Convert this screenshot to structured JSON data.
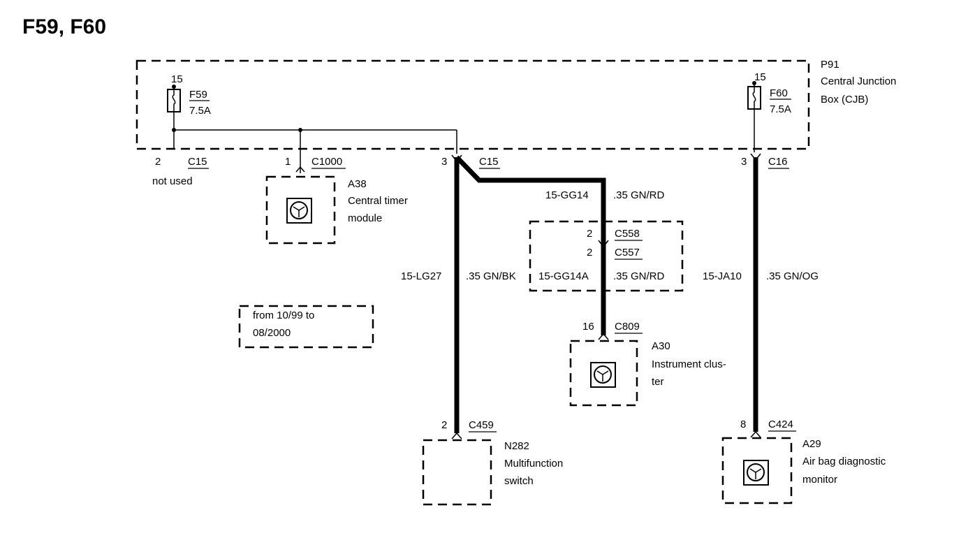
{
  "title": "F59, F60",
  "cjb": {
    "id": "P91",
    "name_line1": "Central Junction",
    "name_line2": "Box (CJB)"
  },
  "fuses": [
    {
      "pin": "15",
      "id": "F59",
      "rating": "7.5A"
    },
    {
      "pin": "15",
      "id": "F60",
      "rating": "7.5A"
    }
  ],
  "connectors": {
    "c15_left": {
      "pin": "2",
      "id": "C15",
      "note": "not used"
    },
    "c1000": {
      "pin": "1",
      "id": "C1000"
    },
    "c15_mid": {
      "pin": "3",
      "id": "C15"
    },
    "c16": {
      "pin": "3",
      "id": "C16"
    },
    "c558": {
      "pin": "2",
      "id": "C558"
    },
    "c557": {
      "pin": "2",
      "id": "C557"
    },
    "c809": {
      "pin": "16",
      "id": "C809"
    },
    "c459": {
      "pin": "2",
      "id": "C459"
    },
    "c424": {
      "pin": "8",
      "id": "C424"
    }
  },
  "wires": {
    "gg14": {
      "circuit": "15-GG14",
      "spec": ".35 GN/RD"
    },
    "gg14a": {
      "circuit": "15-GG14A",
      "spec": ".35 GN/RD"
    },
    "lg27": {
      "circuit": "15-LG27",
      "spec": ".35 GN/BK"
    },
    "ja10": {
      "circuit": "15-JA10",
      "spec": ".35 GN/OG"
    }
  },
  "modules": {
    "a38": {
      "id": "A38",
      "line1": "Central timer",
      "line2": "module",
      "icon": "ground-symbol-icon"
    },
    "a30": {
      "id": "A30",
      "line1": "Instrument clus-",
      "line2": "ter",
      "icon": "ground-symbol-icon"
    },
    "n282": {
      "id": "N282",
      "line1": "Multifunction",
      "line2": "switch"
    },
    "a29": {
      "id": "A29",
      "line1": "Air bag diagnostic",
      "line2": "monitor",
      "icon": "ground-symbol-icon"
    }
  },
  "note": {
    "line1": "from 10/99 to",
    "line2": "08/2000"
  }
}
